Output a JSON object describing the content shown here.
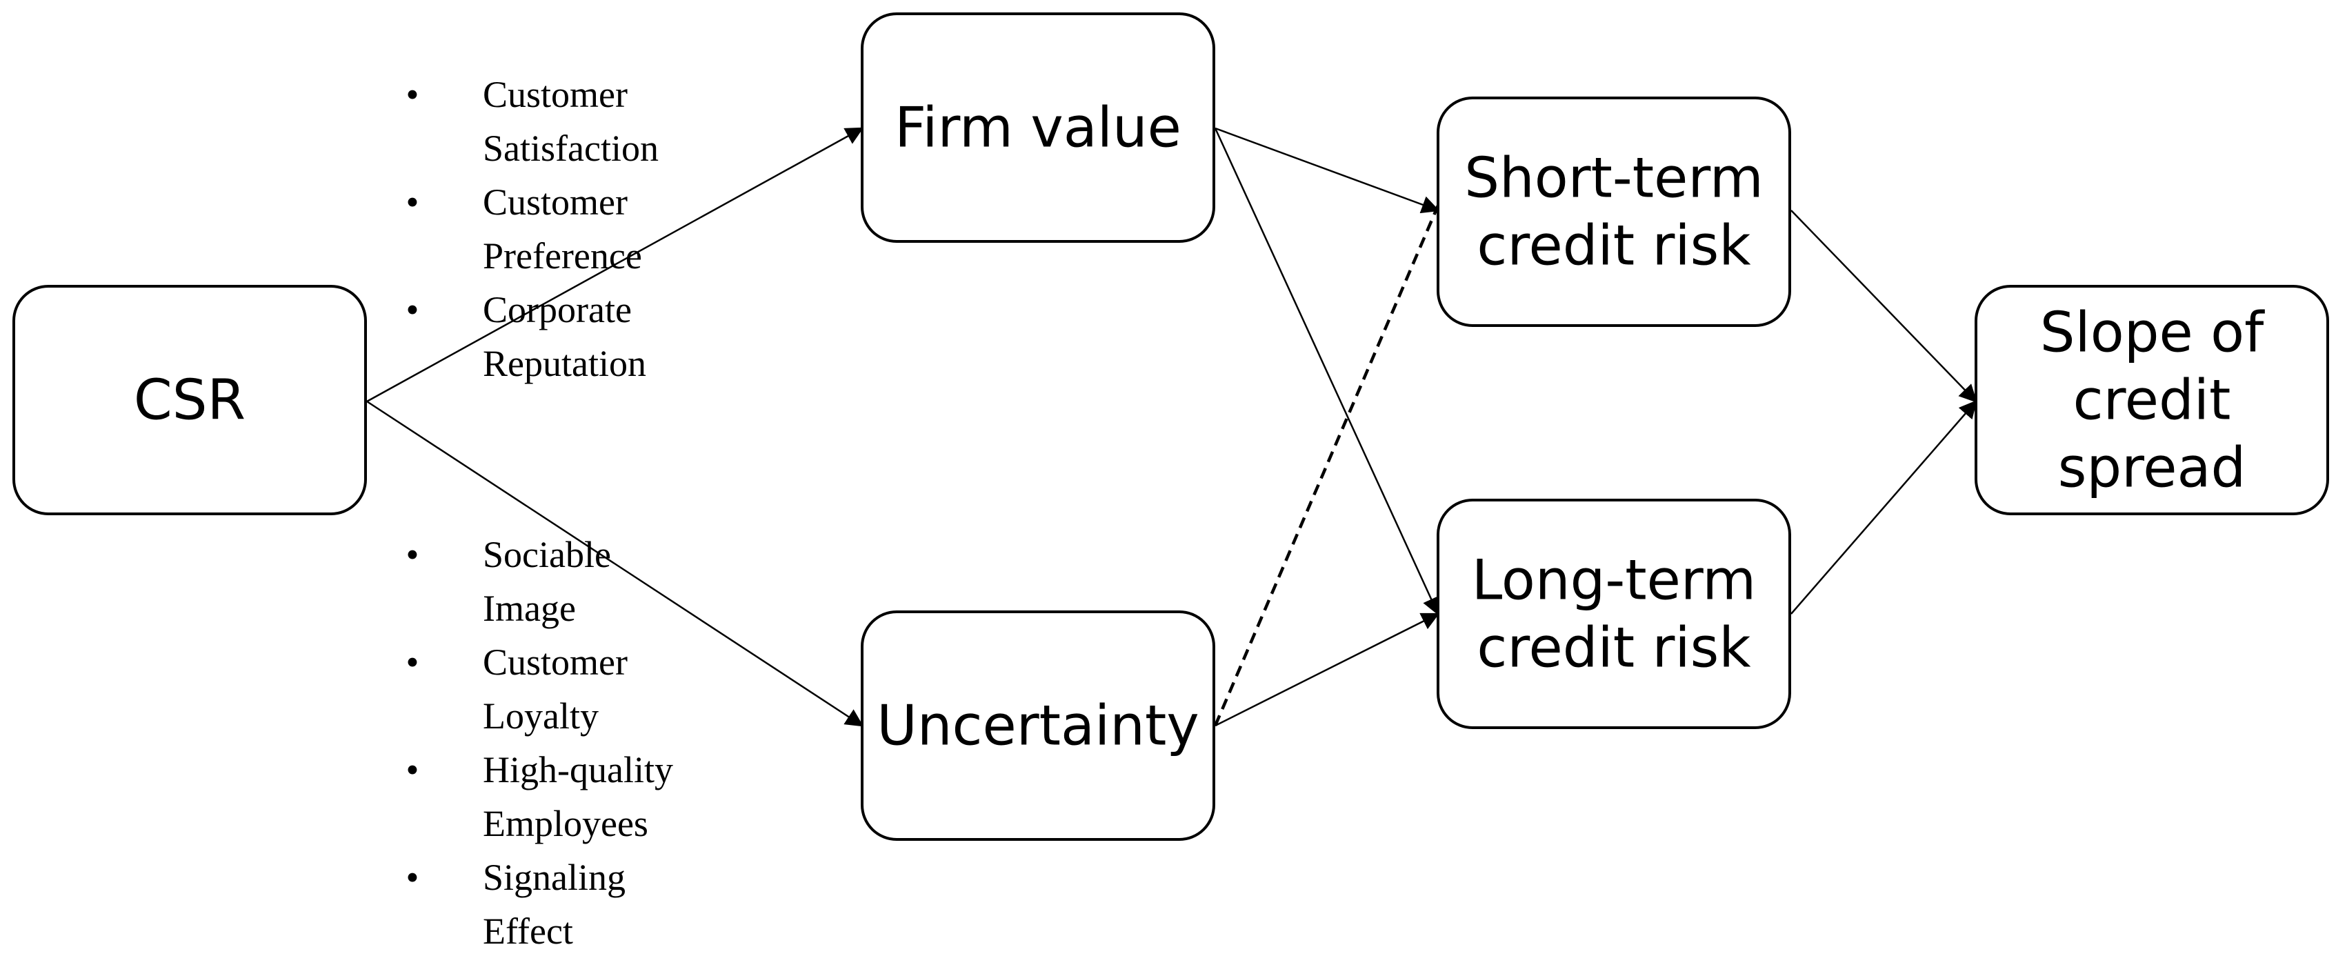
{
  "nodes": {
    "csr": [
      "CSR"
    ],
    "firm_value": [
      "Firm value"
    ],
    "uncertainty": [
      "Uncertainty"
    ],
    "short_term": [
      "Short-term",
      "credit risk"
    ],
    "long_term": [
      "Long-term",
      "credit risk"
    ],
    "slope": [
      "Slope of",
      "credit",
      "spread"
    ]
  },
  "bullets_top": [
    [
      "Customer",
      "Satisfaction"
    ],
    [
      "Customer",
      "Preference"
    ],
    [
      "Corporate",
      "Reputation"
    ]
  ],
  "bullets_bottom": [
    [
      "Sociable",
      "Image"
    ],
    [
      "Customer",
      "Loyalty"
    ],
    [
      "High-quality",
      "Employees"
    ],
    [
      "Signaling",
      "Effect"
    ]
  ],
  "edges": [
    {
      "from": "csr",
      "to": "firm_value",
      "style": "solid"
    },
    {
      "from": "csr",
      "to": "uncertainty",
      "style": "solid"
    },
    {
      "from": "firm_value",
      "to": "short_term",
      "style": "solid"
    },
    {
      "from": "firm_value",
      "to": "long_term",
      "style": "solid"
    },
    {
      "from": "uncertainty",
      "to": "short_term",
      "style": "dashed"
    },
    {
      "from": "uncertainty",
      "to": "long_term",
      "style": "solid"
    },
    {
      "from": "short_term",
      "to": "slope",
      "style": "solid"
    },
    {
      "from": "long_term",
      "to": "slope",
      "style": "solid"
    }
  ],
  "colors": {
    "stroke": "#000000",
    "fill": "#ffffff",
    "text": "#000000"
  }
}
